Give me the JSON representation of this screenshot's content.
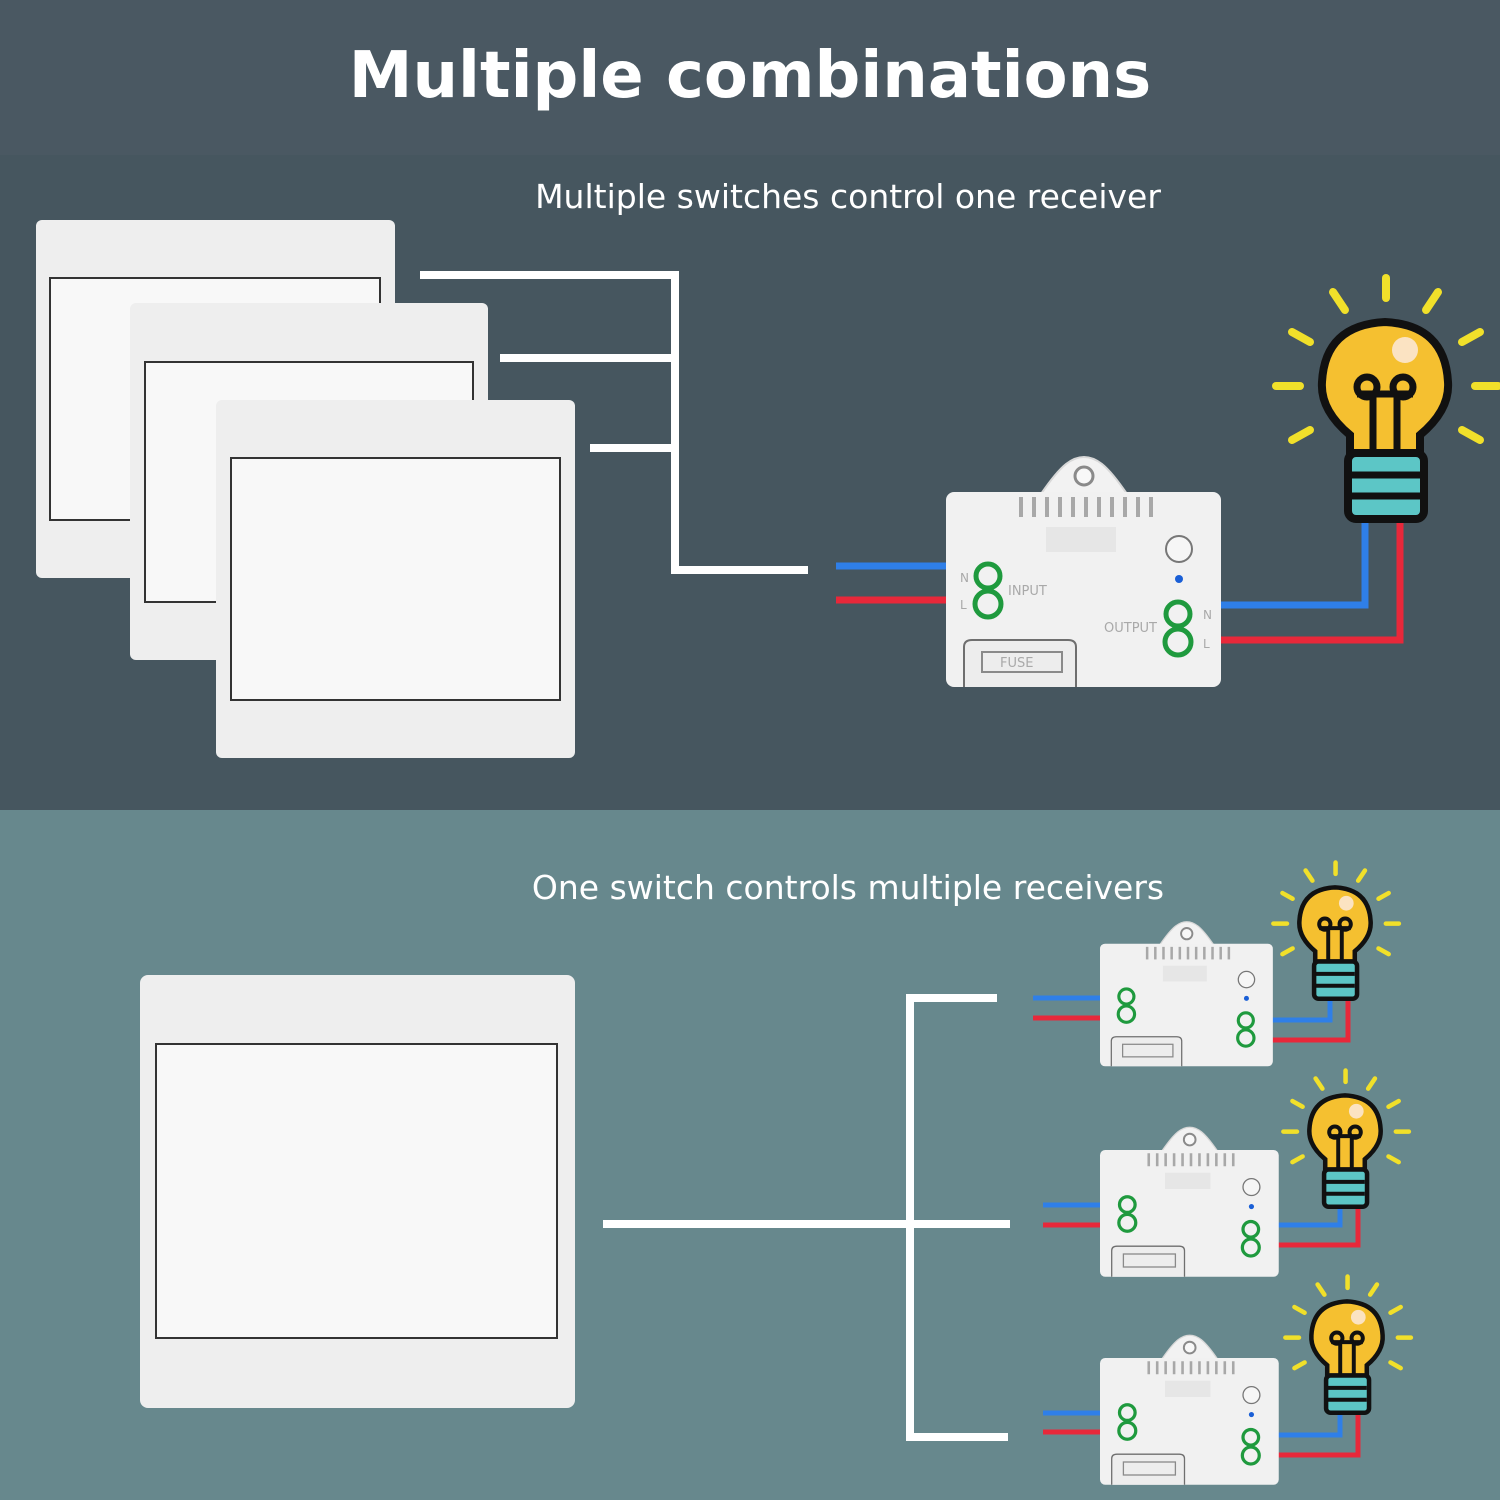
{
  "header": {
    "title": "Multiple combinations"
  },
  "section_top": {
    "caption": "Multiple switches control one receiver",
    "switch_count": 3,
    "receiver_count": 1
  },
  "section_bottom": {
    "caption": "One switch controls multiple receivers",
    "switch_count": 1,
    "receiver_count": 3
  },
  "receiver": {
    "input_label": "INPUT",
    "output_label": "OUTPUT",
    "fuse_label": "FUSE",
    "n_label": "N",
    "l_label": "L"
  },
  "colors": {
    "header_bg": "#4a5862",
    "top_bg": "#46565f",
    "bottom_bg": "#67888d",
    "neutral_wire": "#2f7fe8",
    "live_wire": "#e8283a",
    "terminal": "#1f9a3e",
    "bulb": "#f5c030",
    "bulb_base": "#5cc6c6",
    "rays": "#f1e02a"
  },
  "icons": [
    "wall-switch-icon",
    "receiver-module-icon",
    "light-bulb-icon"
  ]
}
